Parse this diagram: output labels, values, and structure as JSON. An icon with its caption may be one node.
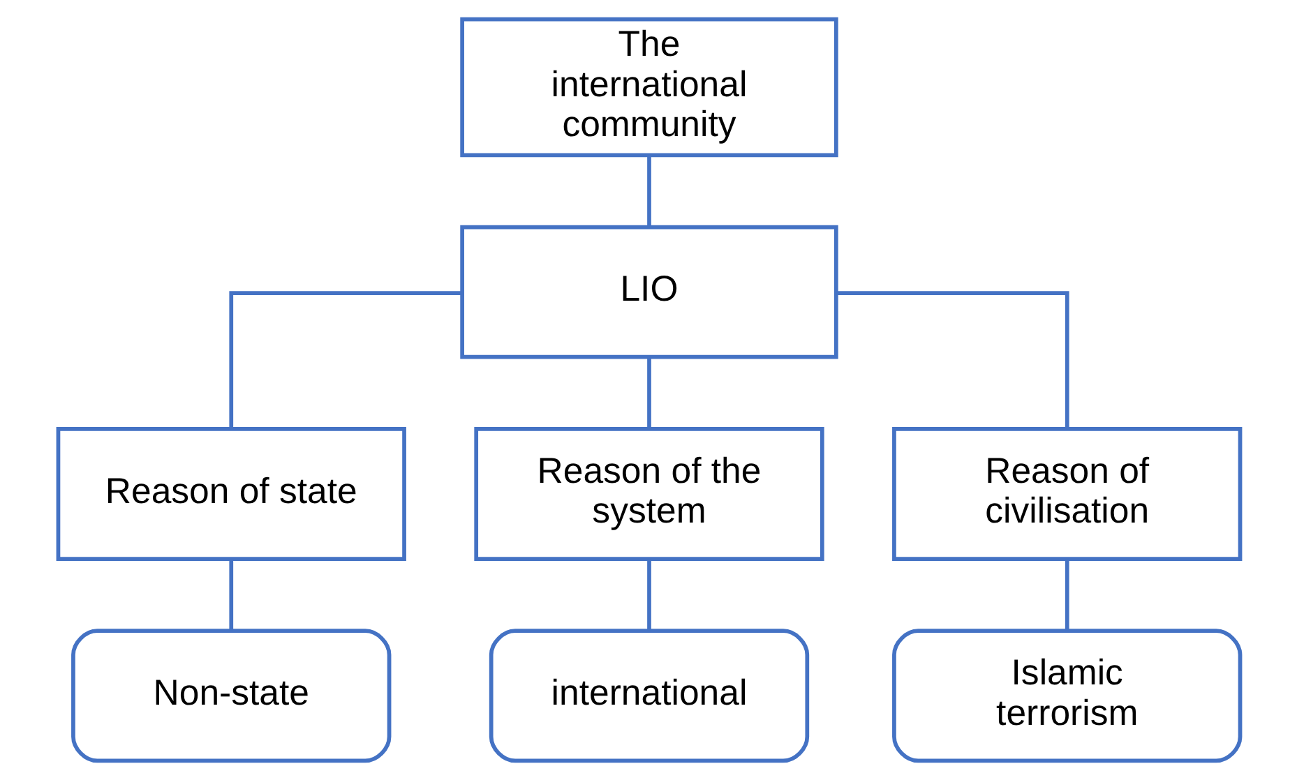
{
  "diagram": {
    "nodes": [
      {
        "text": [
          "The international community"
        ]
      },
      {
        "text": [
          "LIO"
        ]
      },
      {
        "text": [
          "Reason of state"
        ]
      },
      {
        "text": [
          "Reason of the system"
        ]
      },
      {
        "text": [
          "Reason of civilisation"
        ]
      },
      {
        "text": [
          "Non-state"
        ]
      },
      {
        "text": [
          "international"
        ]
      },
      {
        "text": [
          "Islamic terrorism"
        ]
      }
    ],
    "edges": [
      {
        "from": 0,
        "to": 1,
        "arrow": "none"
      },
      {
        "from": 1,
        "to": 2,
        "arrow": "none"
      },
      {
        "from": 1,
        "to": 3,
        "arrow": "none"
      },
      {
        "from": 1,
        "to": 4,
        "arrow": "none"
      },
      {
        "from": 2,
        "to": 5,
        "arrow": "none"
      },
      {
        "from": 3,
        "to": 6,
        "arrow": "none"
      },
      {
        "from": 4,
        "to": 7,
        "arrow": "none"
      }
    ]
  }
}
